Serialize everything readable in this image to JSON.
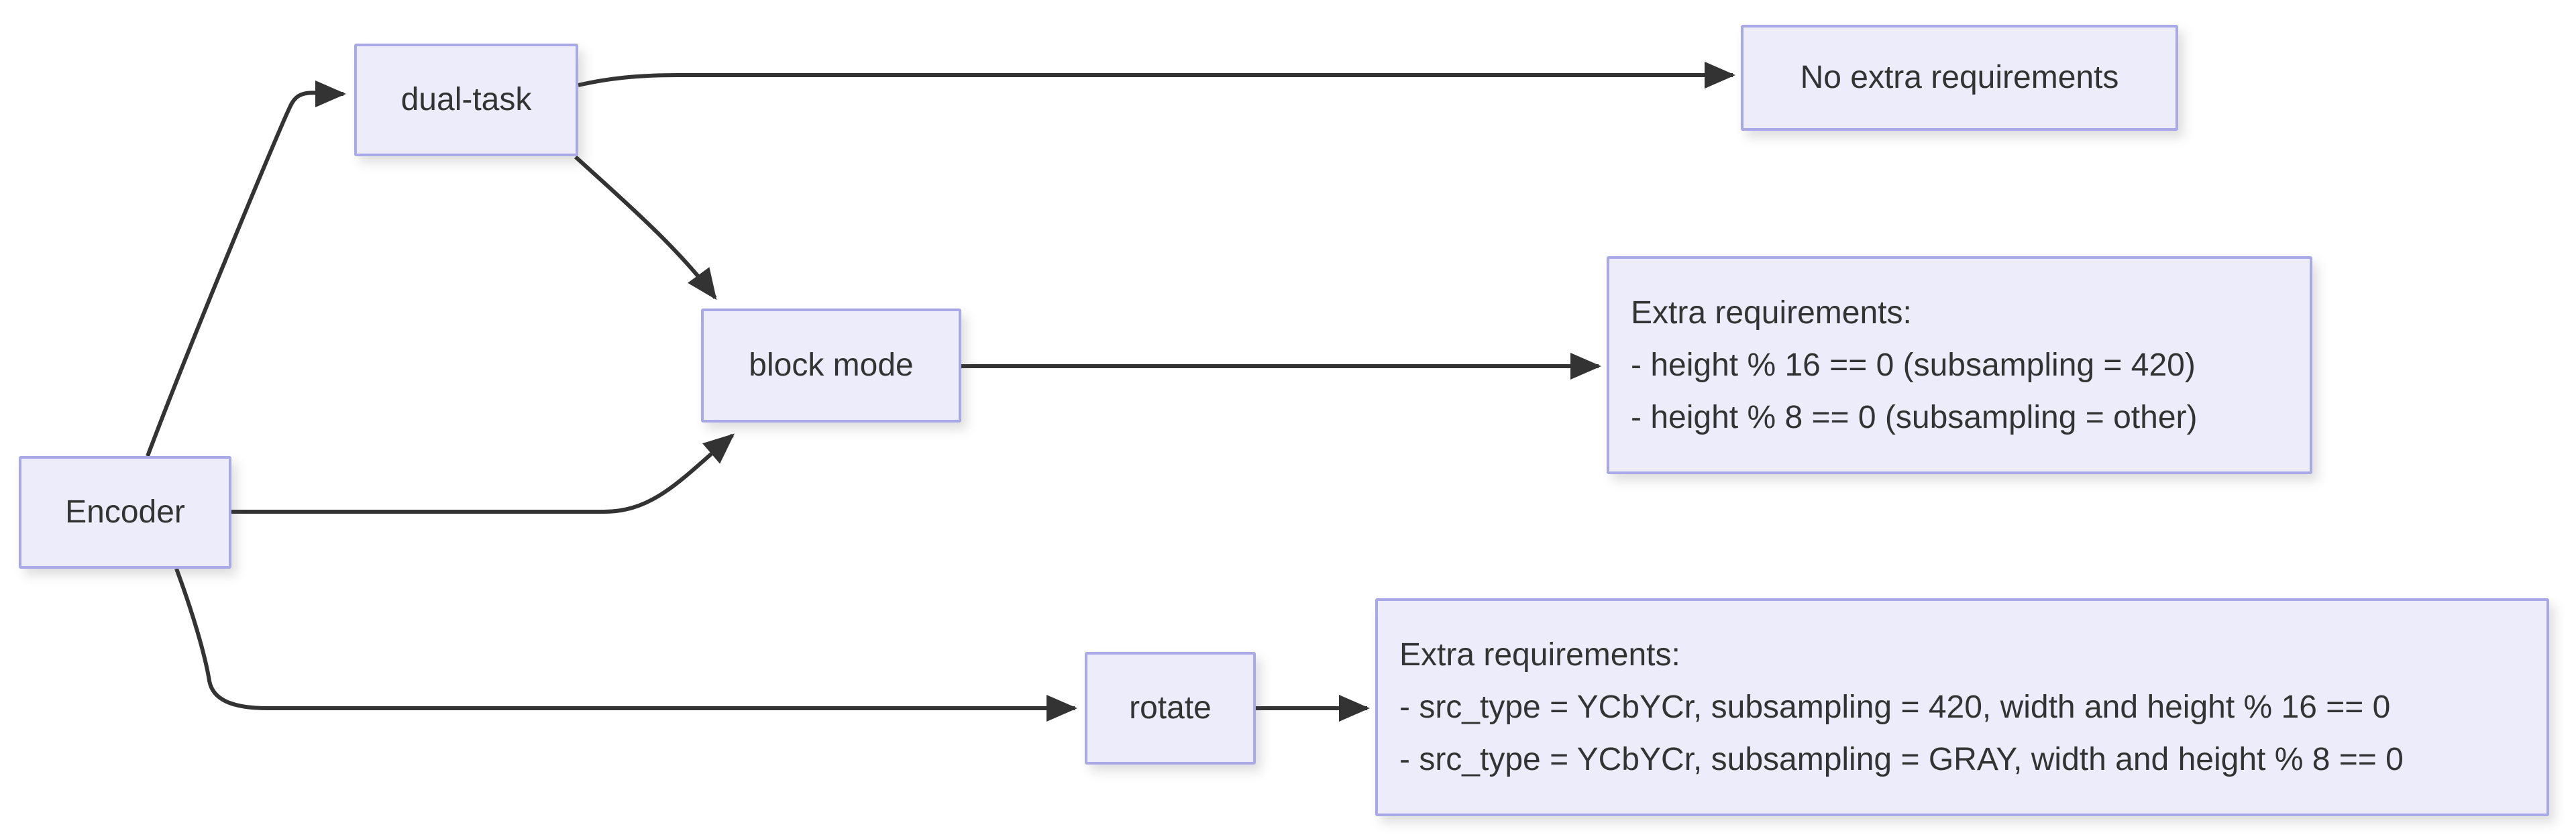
{
  "diagram": {
    "type": "flowchart",
    "direction": "left-to-right",
    "nodes": {
      "encoder": {
        "label": "Encoder"
      },
      "dual_task": {
        "label": "dual-task"
      },
      "block_mode": {
        "label": "block mode"
      },
      "rotate": {
        "label": "rotate"
      },
      "no_extra": {
        "label": "No extra requirements"
      },
      "block_req": {
        "lines": [
          "Extra requirements:",
          "- height % 16 == 0 (subsampling = 420)",
          "- height % 8 == 0 (subsampling = other)"
        ]
      },
      "rotate_req": {
        "lines": [
          "Extra requirements:",
          "- src_type = YCbYCr, subsampling = 420, width and height % 16 == 0",
          "- src_type = YCbYCr, subsampling = GRAY, width and height % 8 == 0"
        ]
      }
    },
    "edges": [
      {
        "from": "encoder",
        "to": "dual_task"
      },
      {
        "from": "encoder",
        "to": "block_mode"
      },
      {
        "from": "encoder",
        "to": "rotate"
      },
      {
        "from": "dual_task",
        "to": "no_extra"
      },
      {
        "from": "dual_task",
        "to": "block_mode"
      },
      {
        "from": "block_mode",
        "to": "block_req"
      },
      {
        "from": "rotate",
        "to": "rotate_req"
      }
    ],
    "colors": {
      "node_fill": "#ececfb",
      "node_border": "#a9a9e8",
      "edge": "#333333",
      "text": "#333333",
      "bg": "#ffffff"
    }
  }
}
